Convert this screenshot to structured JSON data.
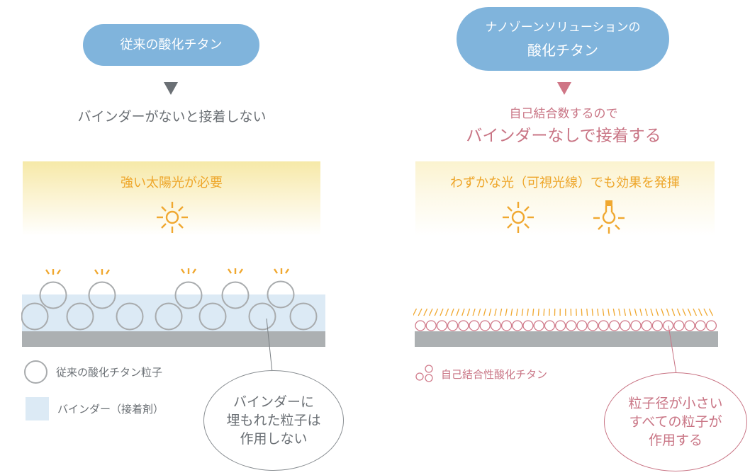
{
  "colors": {
    "pill_blue": "#80b4dc",
    "gray_text": "#6b7075",
    "pink": "#c97585",
    "orange": "#f0a830",
    "binder_blue": "#dceaf5",
    "substrate_gray": "#acb0b2",
    "particle_gray": "#a8abad"
  },
  "left": {
    "pill_label": "従来の酸化チタン",
    "result_text": "バインダーがないと接着しない",
    "light_title": "強い太陽光が必要",
    "icons": [
      "sun-icon"
    ],
    "legend": [
      {
        "icon": "gray-circle-icon",
        "label": "従来の酸化チタン粒子"
      },
      {
        "icon": "light-blue-square-icon",
        "label": "バインダー（接着剤）"
      }
    ],
    "callout_lines": [
      "バインダーに",
      "埋もれた粒子は",
      "作用しない"
    ]
  },
  "right": {
    "pill_lines": [
      "ナノゾーンソリューションの",
      "酸化チタン"
    ],
    "result_sub": "自己結合数するので",
    "result_main": "バインダーなしで接着する",
    "light_title": "わずかな光（可視光線）でも効果を発揮",
    "icons": [
      "sun-icon",
      "light-bulb-icon"
    ],
    "legend": [
      {
        "icon": "three-small-circles-icon",
        "label": "自己結合性酸化チタン"
      }
    ],
    "callout_lines": [
      "粒子径が小さい",
      "すべての粒子が",
      "作用する"
    ]
  }
}
